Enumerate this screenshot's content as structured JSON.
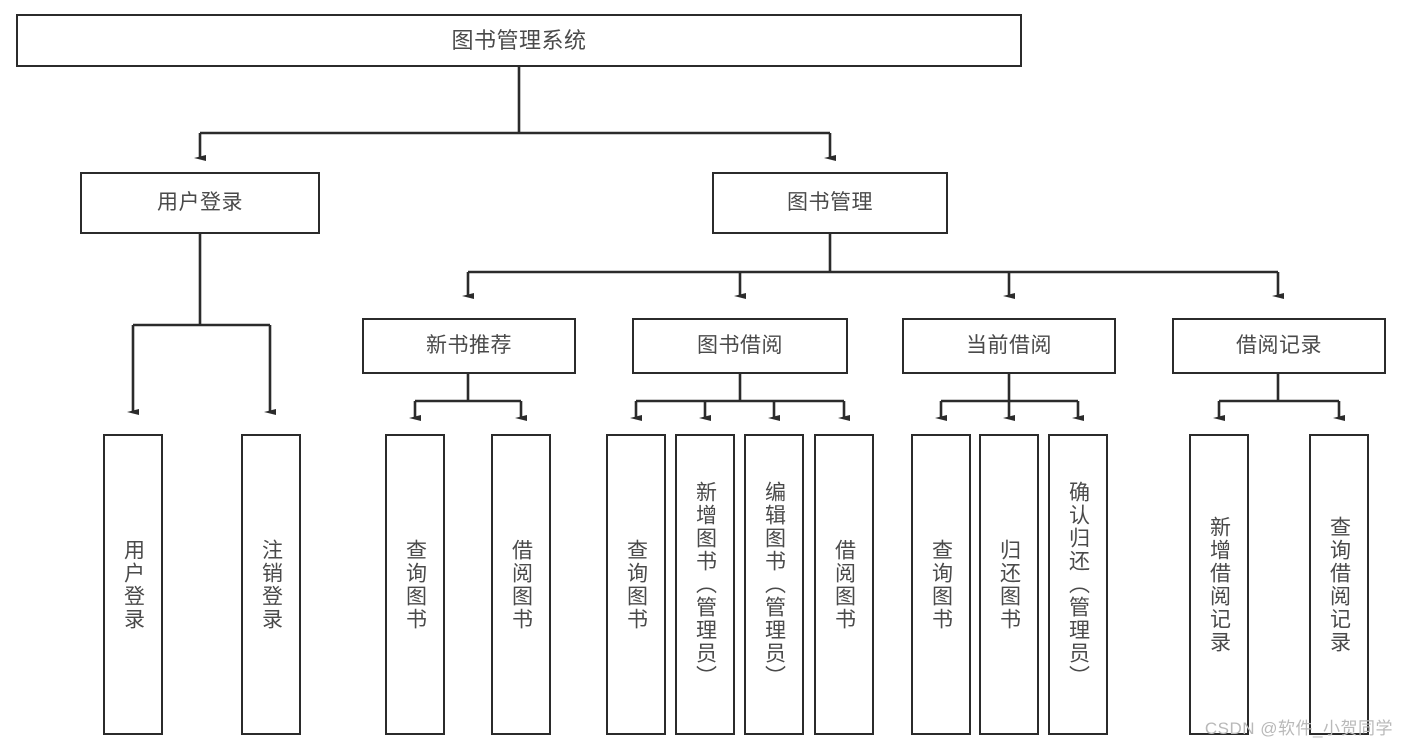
{
  "diagram": {
    "title": "图书管理系统",
    "watermark": "CSDN @软件_小贺同学",
    "line_color": "#2b2b2b",
    "text_color": "#4a4a4a",
    "background": "#ffffff",
    "root": {
      "label": "图书管理系统"
    },
    "level2": [
      {
        "label": "用户登录"
      },
      {
        "label": "图书管理"
      }
    ],
    "level3": [
      {
        "label": "新书推荐"
      },
      {
        "label": "图书借阅"
      },
      {
        "label": "当前借阅"
      },
      {
        "label": "借阅记录"
      }
    ],
    "leaves": {
      "user_login": [
        {
          "label": "用户登录"
        },
        {
          "label": "注销登录"
        }
      ],
      "new_book": [
        {
          "label": "查询图书"
        },
        {
          "label": "借阅图书"
        }
      ],
      "book_borrow": [
        {
          "label": "查询图书"
        },
        {
          "label": "新增图书（管理员）"
        },
        {
          "label": "编辑图书（管理员）"
        },
        {
          "label": "借阅图书"
        }
      ],
      "current_borrow": [
        {
          "label": "查询图书"
        },
        {
          "label": "归还图书"
        },
        {
          "label": "确认归还（管理员）"
        }
      ],
      "borrow_record": [
        {
          "label": "新增借阅记录"
        },
        {
          "label": "查询借阅记录"
        }
      ]
    }
  }
}
